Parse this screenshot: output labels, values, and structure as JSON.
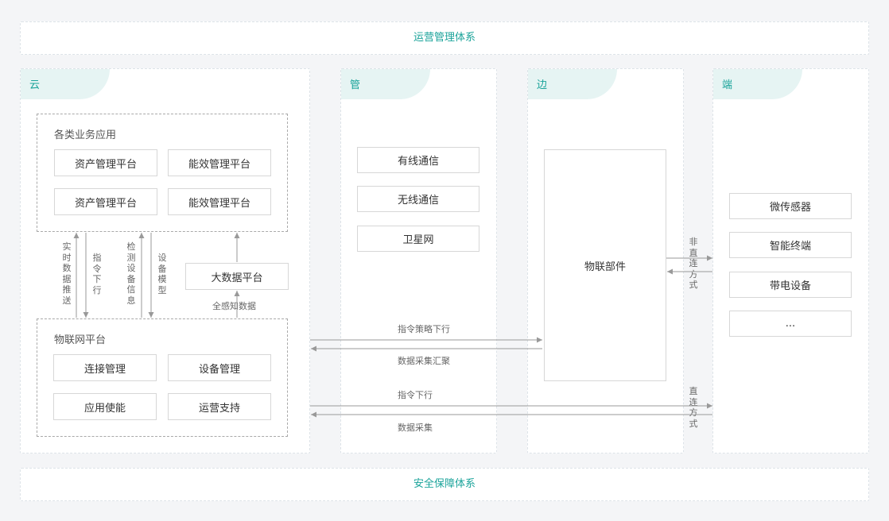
{
  "bands": {
    "top": "运营管理体系",
    "bottom": "安全保障体系"
  },
  "columns": {
    "cloud": "云",
    "pipe": "管",
    "edge": "边",
    "end": "端"
  },
  "cloud": {
    "apps_title": "各类业务应用",
    "apps": [
      "资产管理平台",
      "能效管理平台",
      "资产管理平台",
      "能效管理平台"
    ],
    "vertical_labels": [
      "实时数据推送",
      "指令下行",
      "检测设备信息",
      "设备模型"
    ],
    "bigdata": "大数据平台",
    "bigdata_label": "全感知数据",
    "iot_title": "物联网平台",
    "iot_items": [
      "连接管理",
      "设备管理",
      "应用使能",
      "运营支持"
    ]
  },
  "pipe": {
    "items": [
      "有线通信",
      "无线通信",
      "卫星网"
    ],
    "upper_down_label": "指令策略下行",
    "upper_up_label": "数据采集汇聚",
    "lower_down_label": "指令下行",
    "lower_up_label": "数据采集"
  },
  "edge": {
    "component": "物联部件",
    "indirect_label": "非直连方式",
    "direct_label": "直连方式"
  },
  "end": {
    "items": [
      "微传感器",
      "智能终端",
      "带电设备",
      "..."
    ]
  },
  "colors": {
    "accent": "#1aa39a",
    "tab_bg": "#e6f4f3",
    "arrow": "#999999"
  }
}
